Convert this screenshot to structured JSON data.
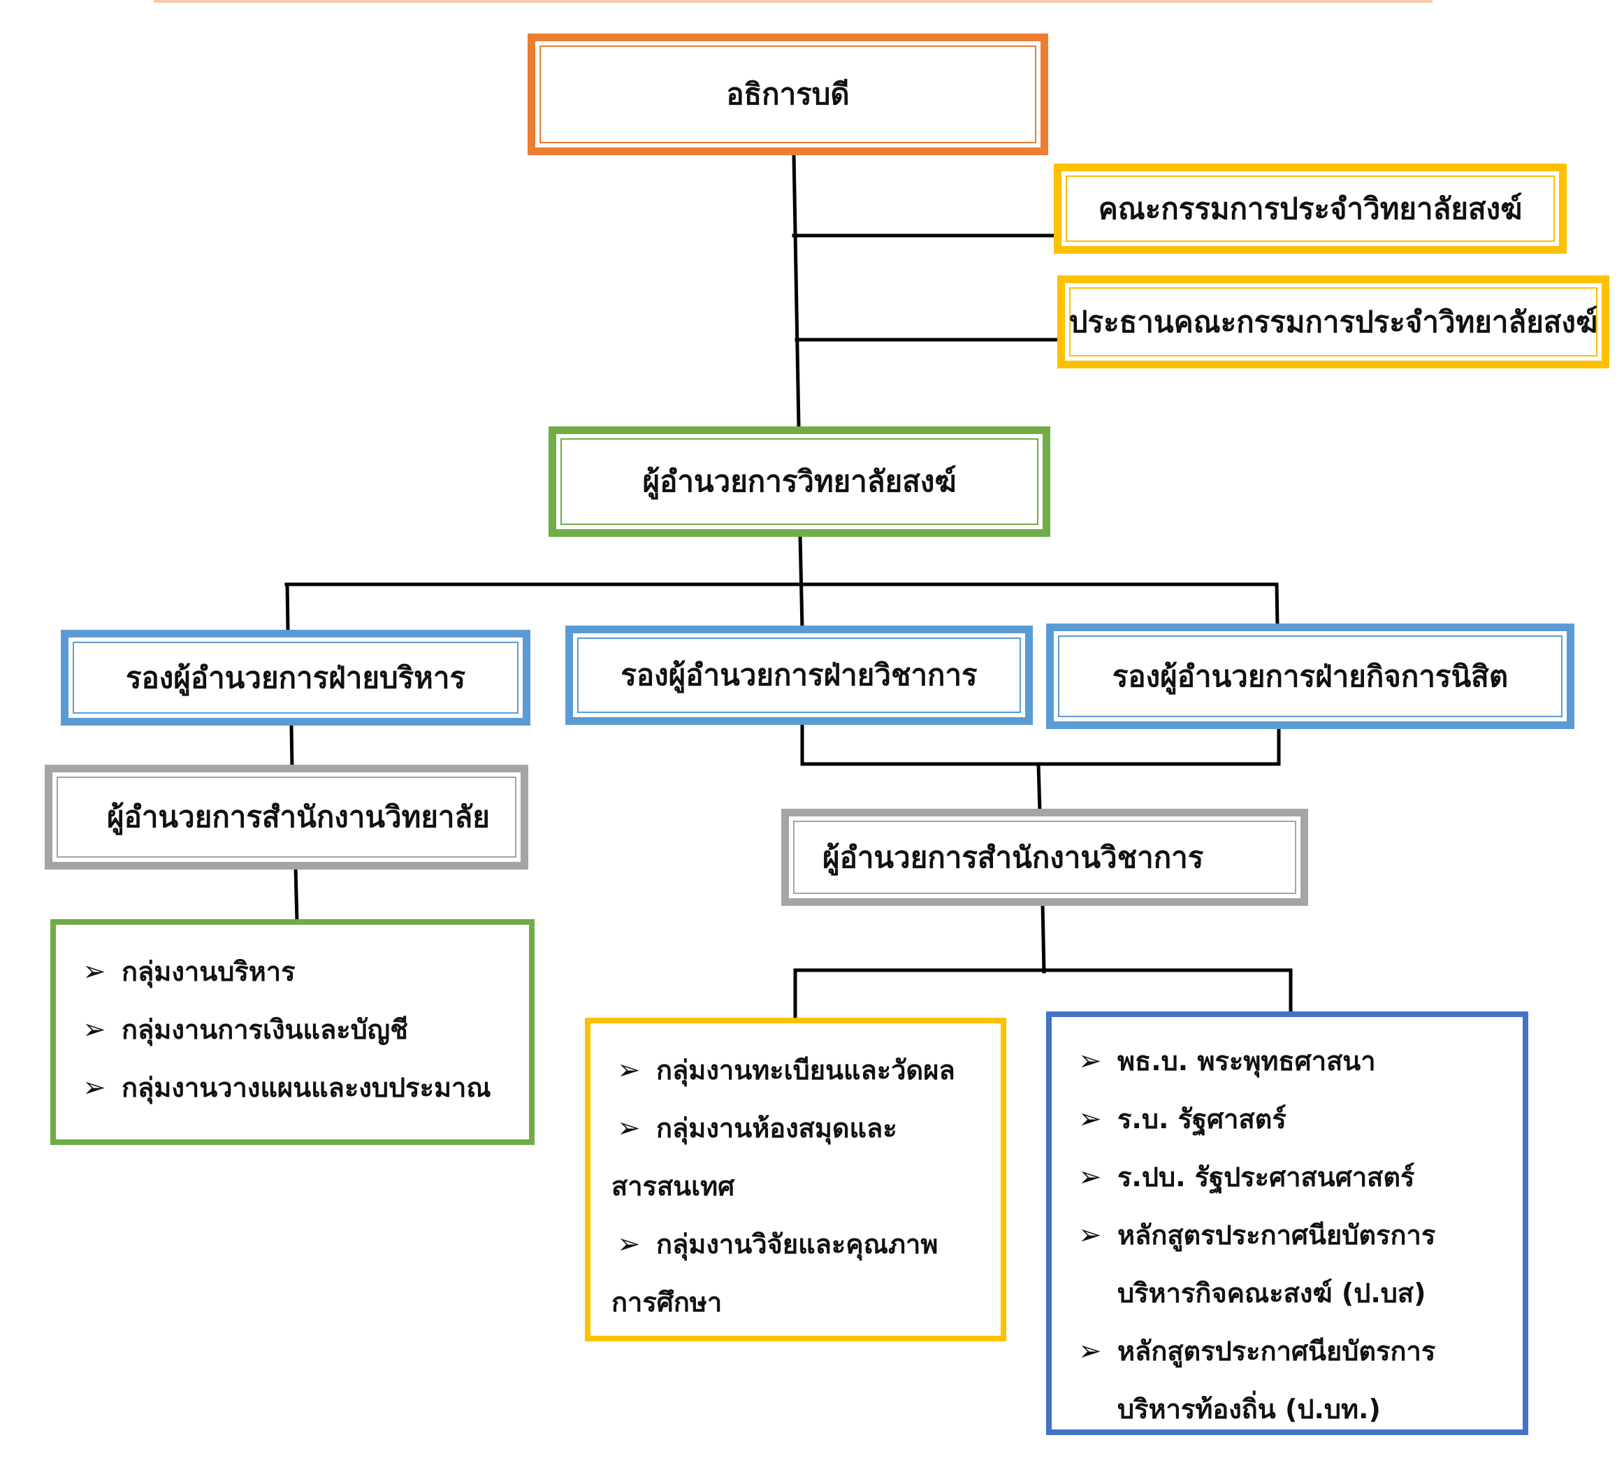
{
  "chart": {
    "president": "อธิการบดี",
    "committee": "คณะกรรมการประจำวิทยาลัยสงฆ์",
    "committee_chair": "ประธานคณะกรรมการประจำวิทยาลัยสงฆ์",
    "director": "ผู้อำนวยการวิทยาลัยสงฆ์",
    "deputy_admin": "รองผู้อำนวยการฝ่ายบริหาร",
    "deputy_academic": "รองผู้อำนวยการฝ่ายวิชาการ",
    "deputy_student": "รองผู้อำนวยการฝ่ายกิจการนิสิต",
    "office_director": "ผู้อำนวยการสำนักงานวิทยาลัย",
    "academic_office_director": "ผู้อำนวยการสำนักงานวิชาการ"
  },
  "admin_groups": [
    "กลุ่มงานบริหาร",
    "กลุ่มงานการเงินและบัญชี",
    "กลุ่มงานวางแผนและงบประมาณ"
  ],
  "academic_groups": [
    {
      "line1": "กลุ่มงานทะเบียนและวัดผล",
      "line2": ""
    },
    {
      "line1": "กลุ่มงานห้องสมุดและ",
      "line2": "สารสนเทศ"
    },
    {
      "line1": "กลุ่มงานวิจัยและคุณภาพ",
      "line2": "การศึกษา"
    }
  ],
  "programs": [
    {
      "line1": "พธ.บ. พระพุทธศาสนา",
      "line2": ""
    },
    {
      "line1": "ร.บ. รัฐศาสตร์",
      "line2": ""
    },
    {
      "line1": "ร.ปบ. รัฐประศาสนศาสตร์",
      "line2": ""
    },
    {
      "line1": "หลักสูตรประกาศนียบัตรการ",
      "line2": "บริหารกิจคณะสงฆ์ (ป.บส)"
    },
    {
      "line1": "หลักสูตรประกาศนียบัตรการ",
      "line2": "บริหารท้องถิ่น (ป.บท.)"
    }
  ],
  "bullet_glyph": "➢",
  "colors": {
    "president": "#ED7D31",
    "committee": "#FFC000",
    "director": "#70AD47",
    "deputies": "#5B9BD5",
    "office": "#A5A5A5",
    "programs": "#4472C4"
  }
}
